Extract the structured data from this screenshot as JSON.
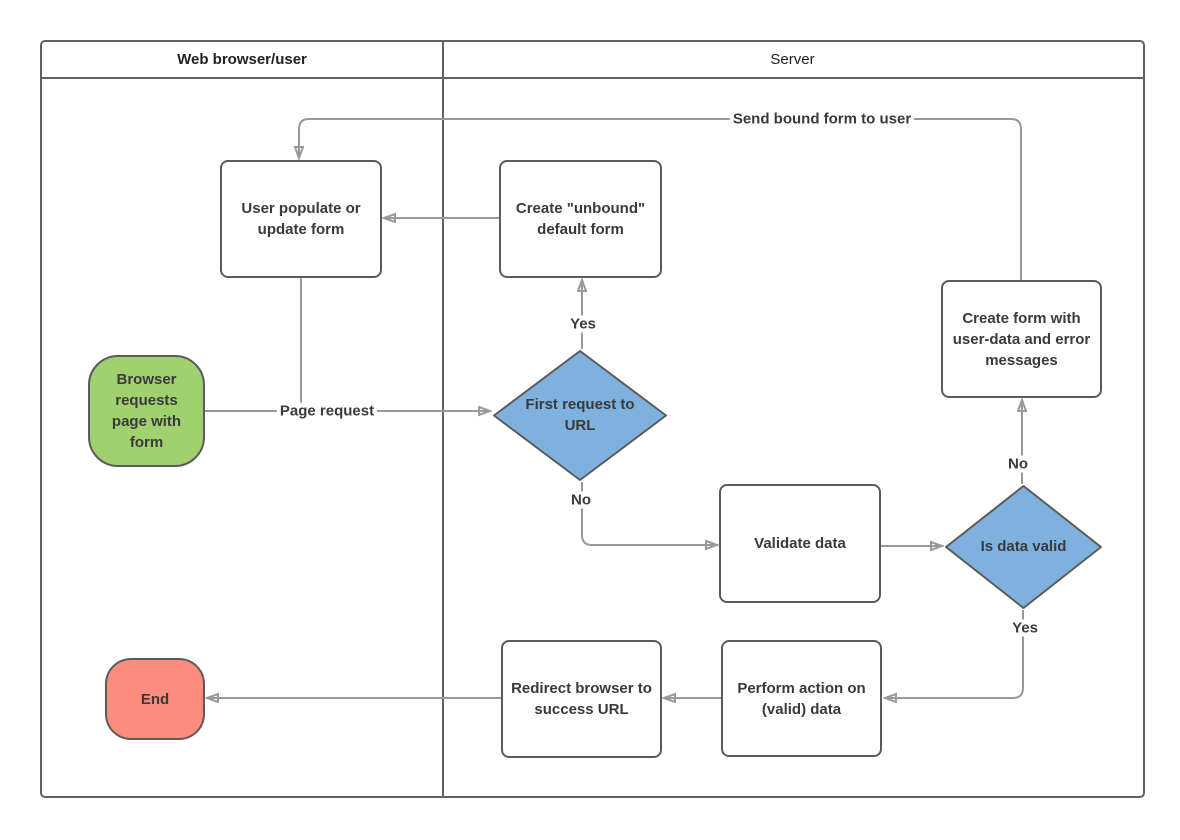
{
  "diagram": {
    "lanes": [
      {
        "id": "browser",
        "title": "Web browser/user"
      },
      {
        "id": "server",
        "title": "Server"
      }
    ],
    "nodes": {
      "start": "Browser requests page with form",
      "user_populate": "User populate or update form",
      "create_unbound": "Create \"unbound\" default form",
      "first_request": "First request to URL",
      "validate": "Validate data",
      "is_valid": "Is data valid",
      "create_bound": "Create form with user-data and error messages",
      "perform_action": "Perform action on (valid) data",
      "redirect": "Redirect browser to success URL",
      "end": "End"
    },
    "edge_labels": {
      "page_request": "Page request",
      "first_yes": "Yes",
      "first_no": "No",
      "send_bound": "Send bound form to user",
      "is_valid_no": "No",
      "is_valid_yes": "Yes"
    },
    "colors": {
      "start_fill": "#9fd16f",
      "end_fill": "#fd8c7d",
      "decision_fill": "#7fb1de",
      "process_fill": "#ffffff",
      "shape_border": "#5b5b5b",
      "lane_border": "#616161",
      "connector": "#999999",
      "text": "#3a3a3a"
    }
  }
}
